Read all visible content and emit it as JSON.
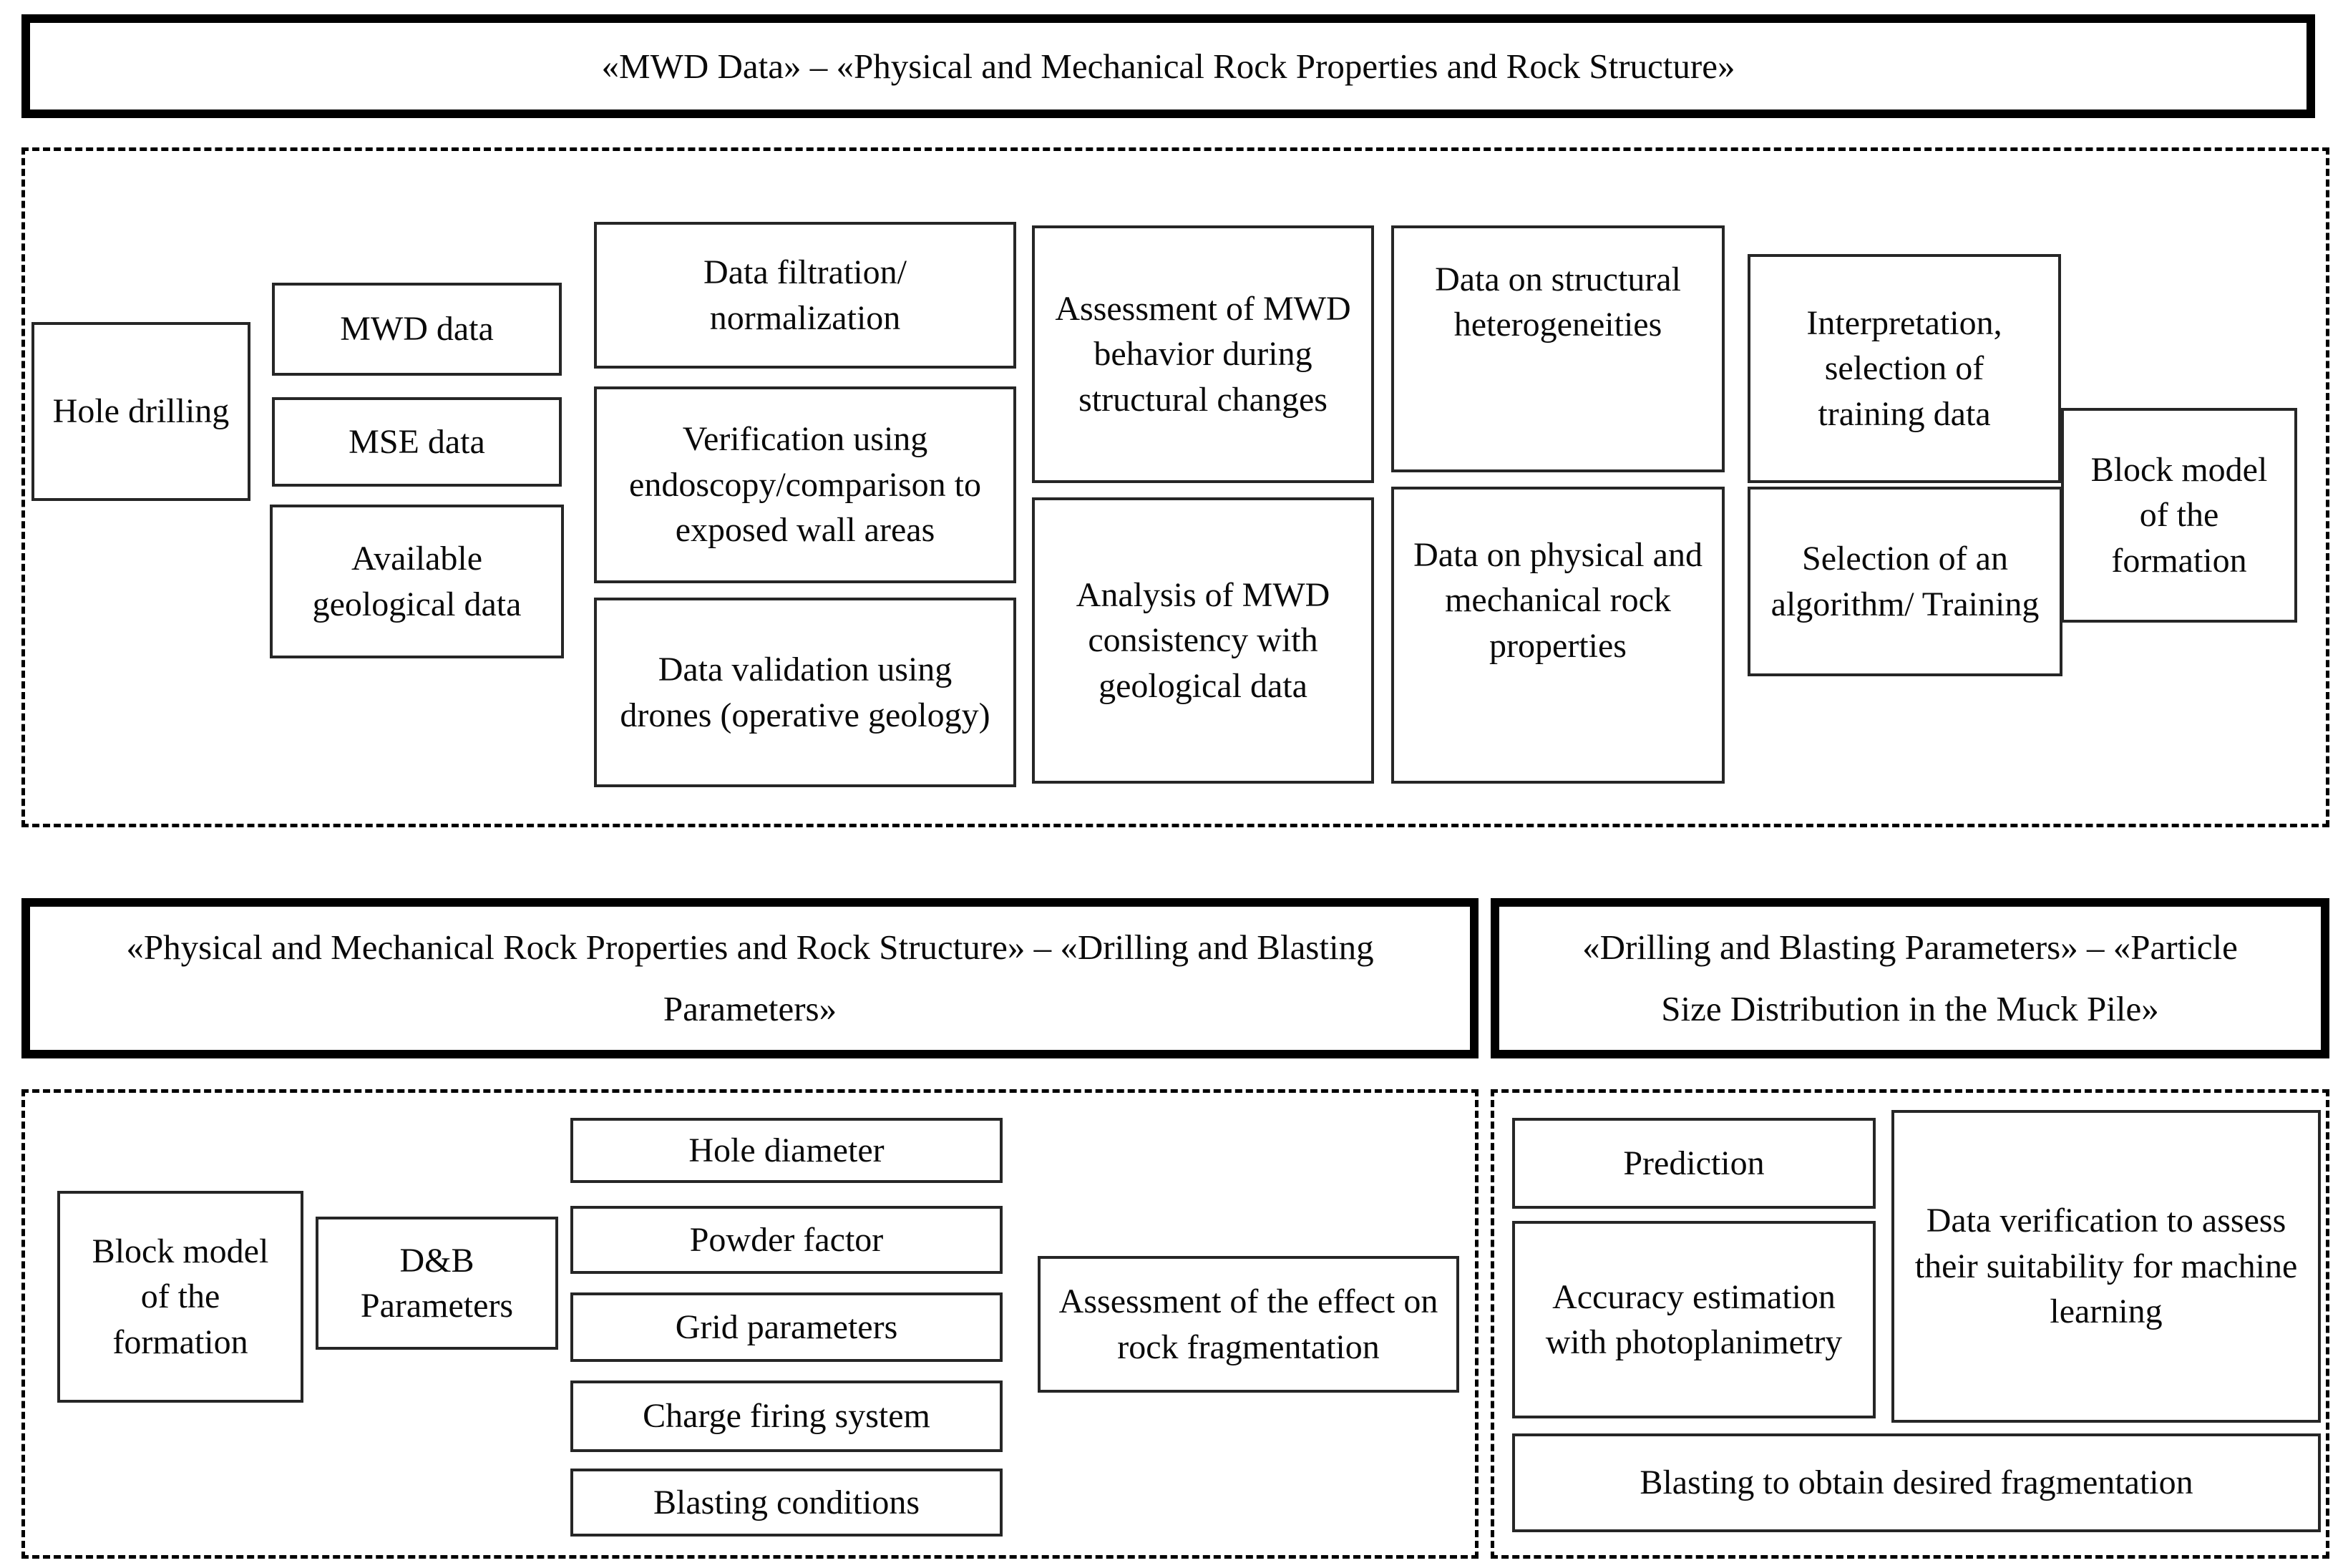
{
  "figure": {
    "section_top": {
      "title": "«MWD Data» – «Physical and Mechanical Rock Properties and Rock Structure»",
      "boxes": {
        "hole_drilling": "Hole drilling",
        "mwd_data": "MWD data",
        "mse_data": "MSE data",
        "available_geological": "Available geological data",
        "data_filtration": "Data filtration/ normalization",
        "verification_endoscopy": "Verification using endoscopy/comparison to exposed wall areas",
        "data_validation_drones": "Data validation using drones (operative geology)",
        "assessment_mwd_behavior": "Assessment of MWD behavior during structural changes",
        "analysis_mwd_consistency": "Analysis of MWD consistency with geological data",
        "data_structural_heterogeneities": "Data on structural heterogeneities",
        "data_physical_mechanical": "Data on physical and mechanical rock properties",
        "interpretation_selection": "Interpretation, selection of training data",
        "selection_algorithm": "Selection of an algorithm/ Training",
        "block_model": "Block model of the formation"
      }
    },
    "section_bottom_left": {
      "title_lines": [
        "«Physical and Mechanical Rock Properties and Rock Structure» – «Drilling and Blasting",
        "Parameters»"
      ],
      "boxes": {
        "block_model": "Block model of the formation",
        "db_parameters": "D&B Parameters",
        "hole_diameter": "Hole diameter",
        "powder_factor": "Powder factor",
        "grid_parameters": "Grid parameters",
        "charge_firing_system": "Charge firing system",
        "blasting_conditions": "Blasting conditions",
        "assessment_effect": "Assessment of the effect on rock fragmentation"
      }
    },
    "section_bottom_right": {
      "title_lines": [
        "«Drilling and Blasting Parameters» – «Particle",
        "Size Distribution in the Muck Pile»"
      ],
      "boxes": {
        "prediction": "Prediction",
        "accuracy_estimation": "Accuracy estimation with photoplanimetry",
        "data_verification": "Data verification to assess their suitability for machine learning",
        "blasting_desired": "Blasting to obtain desired fragmentation"
      }
    }
  }
}
